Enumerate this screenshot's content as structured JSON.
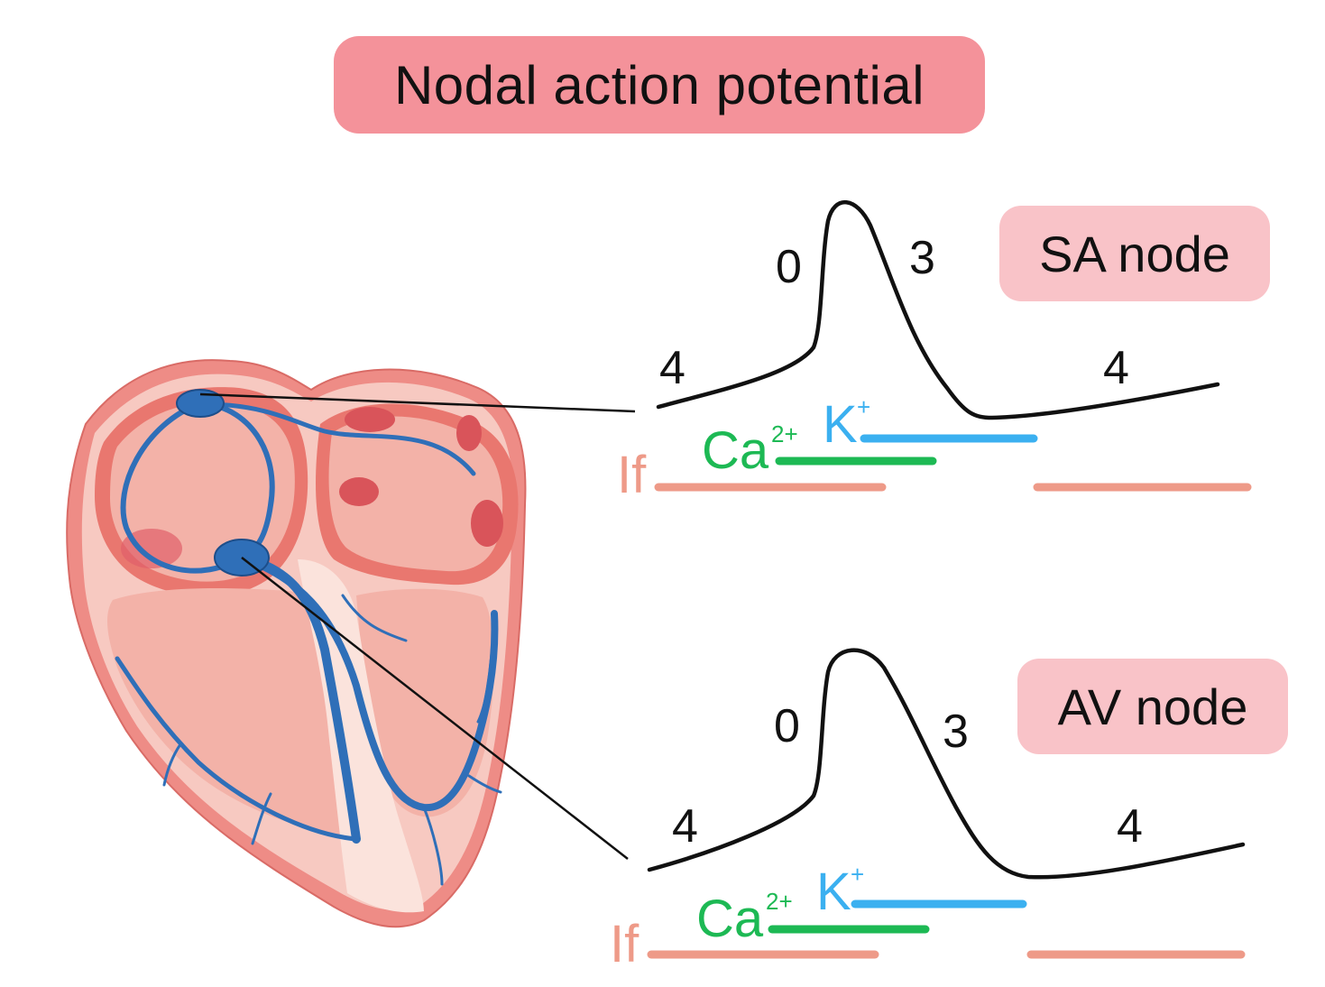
{
  "title": "Nodal action potential",
  "colors": {
    "title_bg": "#f4929a",
    "label_bg": "#f9c3c8",
    "calcium": "#1db954",
    "potassium": "#3bb0f0",
    "funny_current": "#ee9a88",
    "conduction_system": "#2f6fb8",
    "heart_muscle": "#ee8c86"
  },
  "panels": [
    {
      "label": "SA node",
      "phases": {
        "rise": "0",
        "repolarization": "3",
        "pacemaker_left": "4",
        "pacemaker_right": "4"
      },
      "ions": {
        "calcium": "Ca",
        "calcium_charge": "2+",
        "potassium": "K",
        "potassium_charge": "+",
        "funny": "If"
      }
    },
    {
      "label": "AV node",
      "phases": {
        "rise": "0",
        "repolarization": "3",
        "pacemaker_left": "4",
        "pacemaker_right": "4"
      },
      "ions": {
        "calcium": "Ca",
        "calcium_charge": "2+",
        "potassium": "K",
        "potassium_charge": "+",
        "funny": "If"
      }
    }
  ],
  "icons": {
    "heart": "heart-conduction-system-illustration"
  }
}
